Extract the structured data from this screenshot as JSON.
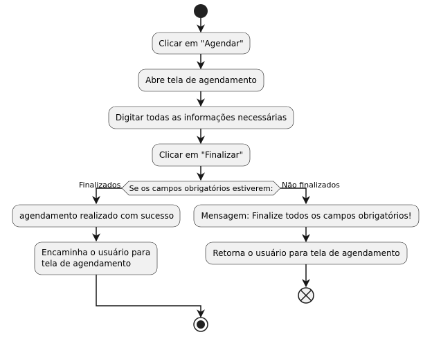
{
  "diagram": {
    "start_node": "start",
    "end_node": "end",
    "flow_end_node": "flow-end",
    "steps": [
      {
        "id": "click-schedule",
        "label": "Clicar em \"Agendar\""
      },
      {
        "id": "open-schedule-screen",
        "label": "Abre tela de agendamento"
      },
      {
        "id": "enter-info",
        "label": "Digitar todas as informações necessárias"
      },
      {
        "id": "click-finish",
        "label": "Clicar em \"Finalizar\""
      }
    ],
    "decision": {
      "label": "Se os campos obrigatórios estiverem:",
      "left_branch_label": "Finalizados",
      "right_branch_label": "Não finalizados"
    },
    "left_branch": [
      {
        "id": "success",
        "lines": [
          "agendamento realizado com sucesso"
        ]
      },
      {
        "id": "redirect-user",
        "lines": [
          "Encaminha o usuário para",
          "tela de agendamento"
        ]
      }
    ],
    "right_branch": [
      {
        "id": "error-message",
        "lines": [
          "Mensagem: Finalize todos os campos obrigatórios!"
        ]
      },
      {
        "id": "return-user",
        "lines": [
          "Retorna o usuário para tela de agendamento"
        ]
      }
    ],
    "colors": {
      "node_fill": "#F1F1F1",
      "node_stroke": "#181818",
      "line": "#181818",
      "start_fill": "#222222"
    }
  }
}
